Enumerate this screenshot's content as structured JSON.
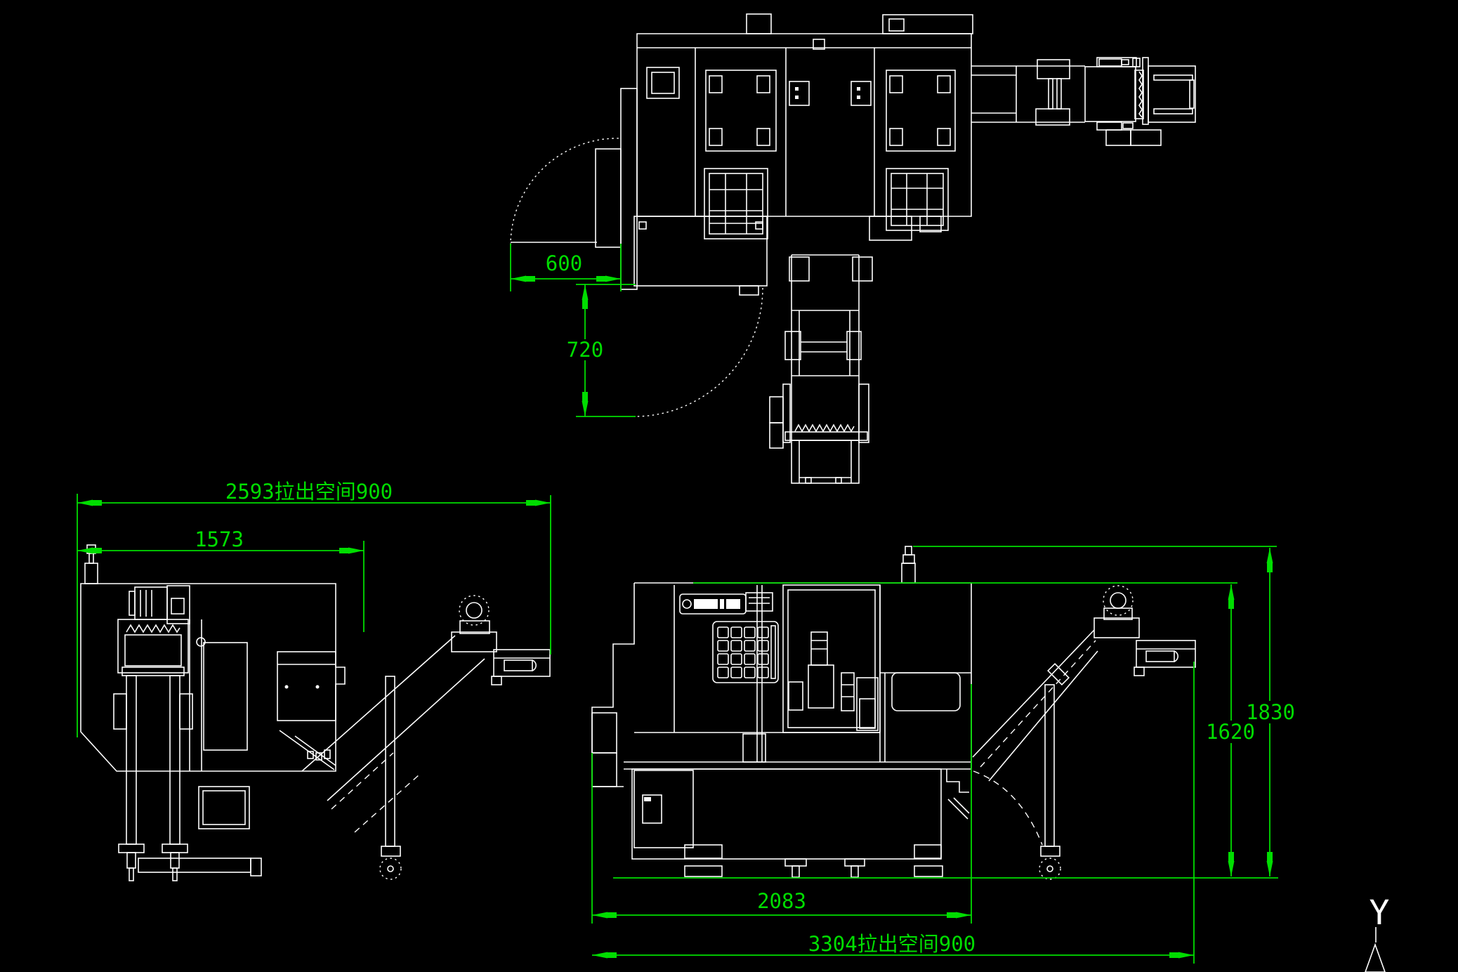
{
  "app": {
    "description": "CAD layout drawing of CNC lathe with chip conveyor, three views, black viewport"
  },
  "colors": {
    "background": "#000000",
    "geometry_line": "#ffffff",
    "dimension_line": "#00dd00"
  },
  "dimensions": {
    "door_open_width": {
      "label": "600"
    },
    "pullout_depth": {
      "label": "720"
    },
    "left_total_width": {
      "label": "2593拉出空间900"
    },
    "left_body_width": {
      "label": "1573"
    },
    "front_body_width": {
      "label": "2083"
    },
    "front_total_width": {
      "label": "3304拉出空间900"
    },
    "body_height": {
      "label": "1620"
    },
    "total_height": {
      "label": "1830"
    }
  },
  "axis_indicator": {
    "label": "Y"
  }
}
